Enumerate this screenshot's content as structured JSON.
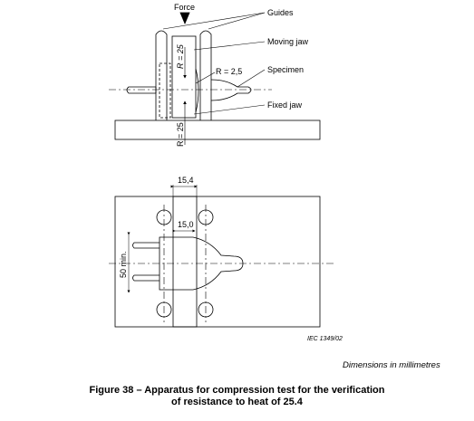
{
  "labels": {
    "force": "Force",
    "guides": "Guides",
    "moving_jaw": "Moving jaw",
    "specimen": "Specimen",
    "fixed_jaw": "Fixed jaw",
    "r_top": "R = 25",
    "r_small": "R = 2,5",
    "r_bottom": "R = 25"
  },
  "dimensions": {
    "outer_width": "15,4",
    "inner_width": "15,0",
    "height_min": "50 min."
  },
  "reference": "IEC   1349/02",
  "units_note": "Dimensions in millimetres",
  "caption": {
    "line1": "Figure 38 – Apparatus for compression test for the verification",
    "line2": "of resistance to heat of 25.4"
  }
}
